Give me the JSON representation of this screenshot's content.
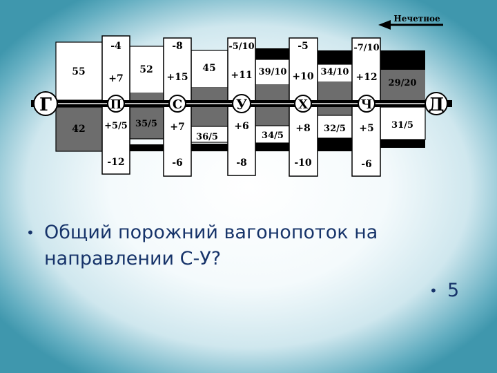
{
  "diagram": {
    "direction_label": "Нечетное",
    "stations": [
      "Г",
      "П",
      "С",
      "У",
      "Х",
      "Ч",
      "Д"
    ],
    "section_top_labels": [
      "55",
      "52",
      "45",
      "39/10",
      "34/10",
      "29/20"
    ],
    "section_bottom_labels": [
      "42",
      "35/5",
      "36/5",
      "34/5",
      "32/5",
      "31/5"
    ],
    "station_columns": [
      {
        "station": "П",
        "items": [
          "-4",
          "+7",
          "+5/5",
          "-12"
        ]
      },
      {
        "station": "С",
        "items": [
          "-8",
          "+15",
          "+7",
          "-6"
        ]
      },
      {
        "station": "У",
        "items": [
          "-5/10",
          "+11",
          "+6",
          "-8"
        ]
      },
      {
        "station": "Х",
        "items": [
          "-5",
          "+10",
          "+8",
          "-10"
        ]
      },
      {
        "station": "Ч",
        "items": [
          "-7/10",
          "+12",
          "+5",
          "-6"
        ]
      }
    ]
  },
  "question": {
    "text": "Общий порожний вагонопоток на направлении С-У?",
    "answer": "5"
  }
}
